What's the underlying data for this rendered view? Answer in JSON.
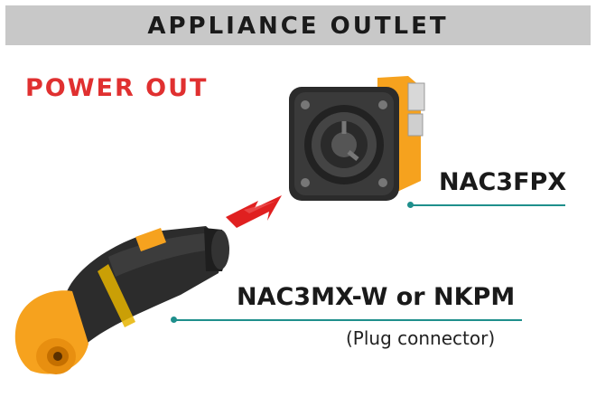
{
  "header": {
    "title": "APPLIANCE OUTLET"
  },
  "section": {
    "heading": "POWER OUT"
  },
  "socket": {
    "model": "NAC3FPX"
  },
  "plug": {
    "model": "NAC3MX-W or NKPM",
    "description": "(Plug connector)"
  },
  "colors": {
    "header_bg": "#c8c8c8",
    "heading_red": "#e03030",
    "leader_teal": "#1f8f8c",
    "arrow_red": "#e02020",
    "connector_orange": "#f6a21e",
    "connector_body": "#2a2a2a"
  },
  "icons": [
    "power-outlet-socket-image",
    "plug-connector-image",
    "direction-arrow-icon"
  ]
}
